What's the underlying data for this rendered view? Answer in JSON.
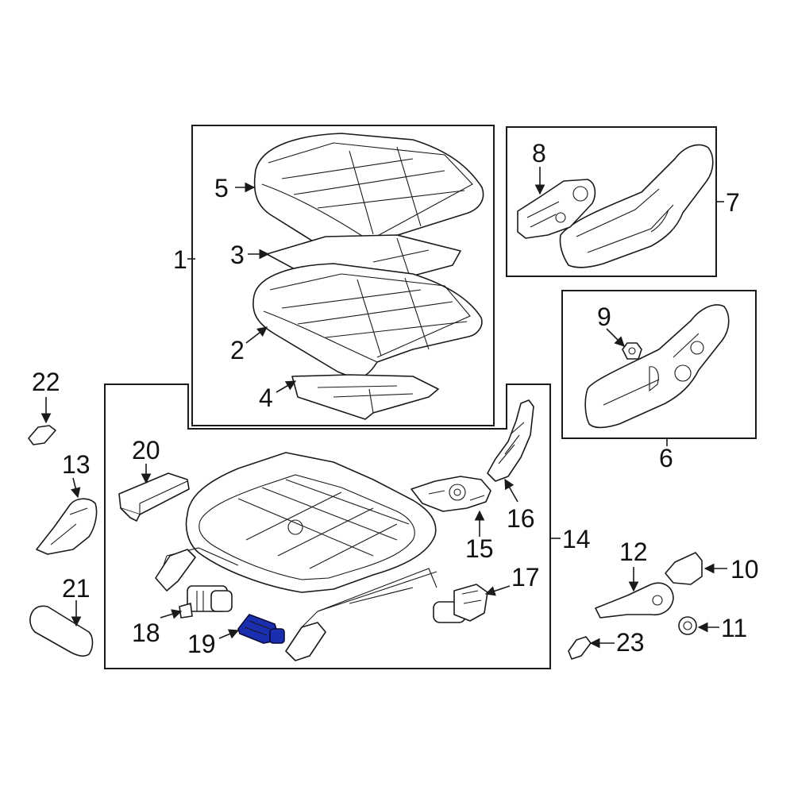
{
  "callouts": {
    "c1": "1",
    "c2": "2",
    "c3": "3",
    "c4": "4",
    "c5": "5",
    "c6": "6",
    "c7": "7",
    "c8": "8",
    "c9": "9",
    "c10": "10",
    "c11": "11",
    "c12": "12",
    "c13": "13",
    "c14": "14",
    "c15": "15",
    "c16": "16",
    "c17": "17",
    "c18": "18",
    "c19": "19",
    "c20": "20",
    "c21": "21",
    "c22": "22",
    "c23": "23"
  },
  "highlight": {
    "part_callout": "19",
    "color": "#1a2fb0"
  },
  "colors": {
    "line": "#1a1a1a",
    "background": "#ffffff"
  }
}
